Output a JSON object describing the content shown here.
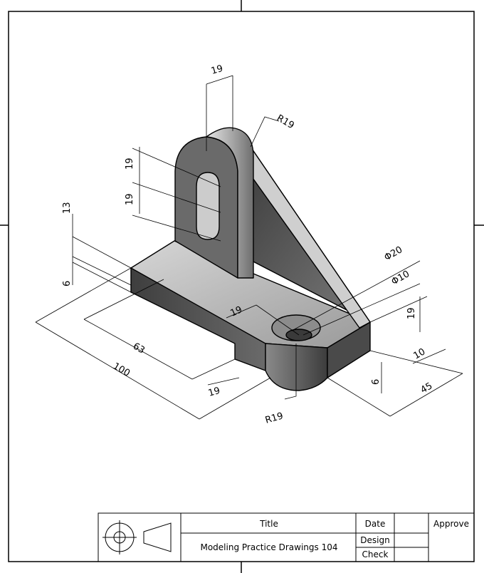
{
  "title_block": {
    "title_label": "Title",
    "drawing_name": "Modeling Practice Drawings 104",
    "date_label": "Date",
    "design_label": "Design",
    "check_label": "Check",
    "approve_label": "Approve"
  },
  "dimensions": {
    "d_19_top": "19",
    "r_19_top": "R19",
    "d_19_slot_upper": "19",
    "d_19_slot_lower": "19",
    "d_13": "13",
    "d_6_left": "6",
    "phi_20": "Φ20",
    "phi_10": "Φ10",
    "d_19_mid": "19",
    "d_63": "63",
    "d_100": "100",
    "d_19_bottom": "19",
    "r_19_bottom": "R19",
    "d_19_right": "19",
    "d_10": "10",
    "d_6_right": "6",
    "d_45": "45"
  },
  "colors": {
    "line": "#000000",
    "face_dark": "#555555",
    "face_top": "#b5b5b5"
  }
}
